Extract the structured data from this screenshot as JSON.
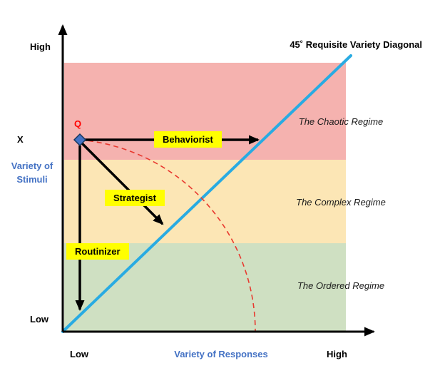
{
  "diagram": {
    "title": "45˚ Requisite Variety Diagonal",
    "q_label": "Q",
    "y_axis": {
      "top": "High",
      "marker": "X",
      "bottom": "Low",
      "label": "Variety of Stimuli"
    },
    "x_axis": {
      "left": "Low",
      "right": "High",
      "label": "Variety of Responses"
    },
    "strategies": [
      {
        "label": "Behaviorist"
      },
      {
        "label": "Strategist"
      },
      {
        "label": "Routinizer"
      }
    ],
    "regimes": [
      {
        "label": "The Chaotic Regime",
        "color": "#f5b2af"
      },
      {
        "label": "The Complex Regime",
        "color": "#fce6b5"
      },
      {
        "label": "The Ordered Regime",
        "color": "#cfe0c2"
      }
    ],
    "colors": {
      "diagonal": "#29abe2",
      "axis_label_text": "#4472c4",
      "highlight": "#ffff00",
      "q_label_text": "#ff0000",
      "point_fill": "#4472c4",
      "point_stroke": "#17375e",
      "arc": "#e8392f",
      "arrow": "#000000"
    }
  }
}
